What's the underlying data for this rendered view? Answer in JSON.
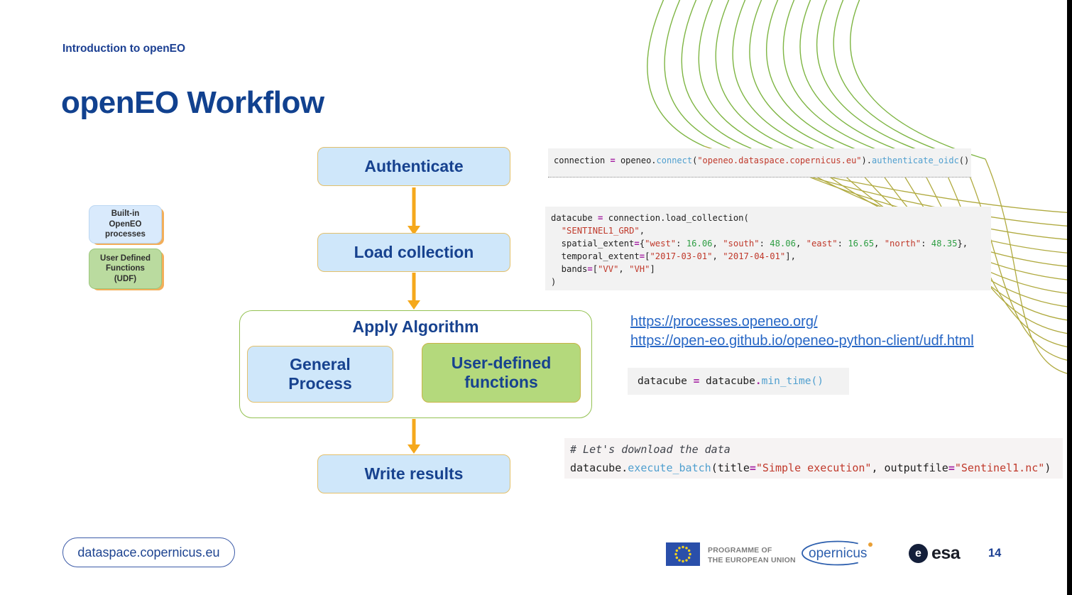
{
  "slide": {
    "kicker": "Introduction to openEO",
    "title": "openEO Workflow",
    "page_number": "14"
  },
  "legend": {
    "builtin_lines": [
      "Built-in",
      "OpenEO",
      "processes"
    ],
    "udf_lines": [
      "User Defined",
      "Functions",
      "(UDF)"
    ]
  },
  "flow": {
    "authenticate": "Authenticate",
    "load_collection": "Load collection",
    "apply_title": "Apply Algorithm",
    "general_lines": [
      "General",
      "Process"
    ],
    "udf_lines": [
      "User-defined",
      "functions"
    ],
    "write_results": "Write results"
  },
  "links": [
    {
      "label": "https://processes.openeo.org/"
    },
    {
      "label": "https://open-eo.github.io/openeo-python-client/udf.html"
    }
  ],
  "code_blocks": [
    {
      "name": "connect-snippet",
      "lines": [
        [
          {
            "t": "connection ",
            "c": "plain"
          },
          {
            "t": "=",
            "c": "op"
          },
          {
            "t": " openeo.",
            "c": "plain"
          },
          {
            "t": "connect",
            "c": "fn"
          },
          {
            "t": "(",
            "c": "plain"
          },
          {
            "t": "\"openeo.dataspace.copernicus.eu\"",
            "c": "str"
          },
          {
            "t": ").",
            "c": "plain"
          },
          {
            "t": "authenticate_oidc",
            "c": "fn"
          },
          {
            "t": "()",
            "c": "plain"
          }
        ]
      ]
    },
    {
      "name": "load-collection-snippet",
      "lines": [
        [
          {
            "t": "datacube ",
            "c": "plain"
          },
          {
            "t": "=",
            "c": "op"
          },
          {
            "t": " connection.load_collection(",
            "c": "plain"
          }
        ],
        [
          {
            "t": "  ",
            "c": "plain"
          },
          {
            "t": "\"SENTINEL1_GRD\"",
            "c": "str"
          },
          {
            "t": ",",
            "c": "plain"
          }
        ],
        [
          {
            "t": "  spatial_extent",
            "c": "plain"
          },
          {
            "t": "=",
            "c": "op"
          },
          {
            "t": "{",
            "c": "plain"
          },
          {
            "t": "\"west\"",
            "c": "str"
          },
          {
            "t": ": ",
            "c": "plain"
          },
          {
            "t": "16.06",
            "c": "num"
          },
          {
            "t": ", ",
            "c": "plain"
          },
          {
            "t": "\"south\"",
            "c": "str"
          },
          {
            "t": ": ",
            "c": "plain"
          },
          {
            "t": "48.06",
            "c": "num"
          },
          {
            "t": ", ",
            "c": "plain"
          },
          {
            "t": "\"east\"",
            "c": "str"
          },
          {
            "t": ": ",
            "c": "plain"
          },
          {
            "t": "16.65",
            "c": "num"
          },
          {
            "t": ", ",
            "c": "plain"
          },
          {
            "t": "\"north\"",
            "c": "str"
          },
          {
            "t": ": ",
            "c": "plain"
          },
          {
            "t": "48.35",
            "c": "num"
          },
          {
            "t": "},",
            "c": "plain"
          }
        ],
        [
          {
            "t": "  temporal_extent",
            "c": "plain"
          },
          {
            "t": "=",
            "c": "op"
          },
          {
            "t": "[",
            "c": "plain"
          },
          {
            "t": "\"2017-03-01\"",
            "c": "str"
          },
          {
            "t": ", ",
            "c": "plain"
          },
          {
            "t": "\"2017-04-01\"",
            "c": "str"
          },
          {
            "t": "],",
            "c": "plain"
          }
        ],
        [
          {
            "t": "  bands",
            "c": "plain"
          },
          {
            "t": "=",
            "c": "op"
          },
          {
            "t": "[",
            "c": "plain"
          },
          {
            "t": "\"VV\"",
            "c": "str"
          },
          {
            "t": ", ",
            "c": "plain"
          },
          {
            "t": "\"VH\"",
            "c": "str"
          },
          {
            "t": "]",
            "c": "plain"
          }
        ],
        [
          {
            "t": ")",
            "c": "plain"
          }
        ]
      ]
    },
    {
      "name": "min-time-snippet",
      "lines": [
        [
          {
            "t": "datacube ",
            "c": "plain"
          },
          {
            "t": "=",
            "c": "op"
          },
          {
            "t": " datacube",
            "c": "plain"
          },
          {
            "t": ".",
            "c": "op"
          },
          {
            "t": "min_time",
            "c": "fn"
          },
          {
            "t": "()",
            "c": "fn"
          }
        ]
      ]
    },
    {
      "name": "execute-batch-snippet",
      "lines": [
        [
          {
            "t": "# Let's download the data",
            "c": "comment"
          }
        ],
        [
          {
            "t": "datacube.",
            "c": "plain"
          },
          {
            "t": "execute_batch",
            "c": "fn"
          },
          {
            "t": "(title",
            "c": "plain"
          },
          {
            "t": "=",
            "c": "op"
          },
          {
            "t": "\"Simple execution\"",
            "c": "str"
          },
          {
            "t": ", outputfile",
            "c": "plain"
          },
          {
            "t": "=",
            "c": "op"
          },
          {
            "t": "\"Sentinel1.nc\"",
            "c": "str"
          },
          {
            "t": ")",
            "c": "plain"
          }
        ]
      ]
    }
  ],
  "footer": {
    "pill": "dataspace.copernicus.eu",
    "eu_label_lines": [
      "PROGRAMME OF",
      "THE EUROPEAN UNION"
    ],
    "copernicus_text": "opernicus",
    "esa_e": "e",
    "esa_text": "esa"
  },
  "colors": {
    "title_blue": "#11418f",
    "flow_text_blue": "#17428f",
    "box_blue_fill": "#cfe7fa",
    "box_blue_border": "#e3c06b",
    "box_green_fill": "#b4d97c",
    "container_green_border": "#93c152",
    "arrow_orange": "#f5a81c",
    "legend_shadow_orange": "#f2ae5a",
    "code_bg": "#f2f2f2",
    "syntax_operator": "#a626a4",
    "syntax_function": "#4f9fcf",
    "syntax_string": "#c0392b",
    "syntax_number": "#2f9e44",
    "syntax_comment": "#3f434b",
    "link_blue": "#2666c5",
    "deco_arc_green": "#7eb543",
    "deco_line_olive": "#b0aa3f",
    "eu_flag_blue": "#2a4faa",
    "eu_star_yellow": "#f6d31c"
  }
}
